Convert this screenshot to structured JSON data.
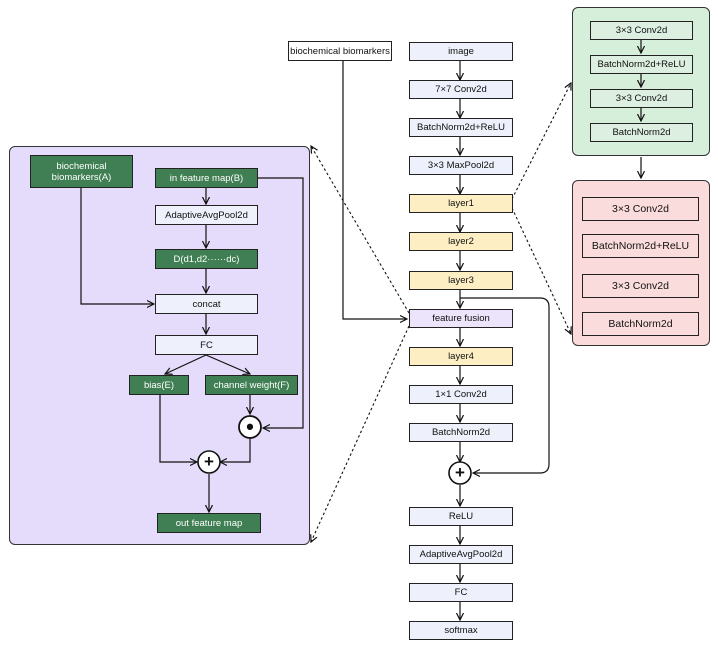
{
  "main": {
    "image": "image",
    "conv7": "7×7 Conv2d",
    "bn_relu": "BatchNorm2d+ReLU",
    "maxpool": "3×3 MaxPool2d",
    "layer1": "layer1",
    "layer2": "layer2",
    "layer3": "layer3",
    "feature_fusion": "feature fusion",
    "layer4": "layer4",
    "conv1": "1×1 Conv2d",
    "bn": "BatchNorm2d",
    "relu": "ReLU",
    "avgpool": "AdaptiveAvgPool2d",
    "fc": "FC",
    "softmax": "softmax"
  },
  "biomarkers_input": "biochemical biomarkers",
  "fusion_module": {
    "biomarkers_a": "biochemical biomarkers(A)",
    "in_feature_map": "in feature map(B)",
    "avgpool": "AdaptiveAvgPool2d",
    "d_vector": "D(d1,d2······dc)",
    "concat": "concat",
    "fc": "FC",
    "bias": "bias(E)",
    "channel_weight": "channel weight(F)",
    "out_feature_map": "out feature map"
  },
  "green_block": {
    "conv_a": "3×3 Conv2d",
    "bn_relu": "BatchNorm2d+ReLU",
    "conv_b": "3×3 Conv2d",
    "bn": "BatchNorm2d"
  },
  "pink_block": {
    "conv_a": "3×3 Conv2d",
    "bn_relu": "BatchNorm2d+ReLU",
    "conv_b": "3×3 Conv2d",
    "bn": "BatchNorm2d"
  },
  "operators": {
    "plus": "+",
    "dot": "•"
  },
  "colors": {
    "main_box": "#eef1fb",
    "layer_box": "#fdeec4",
    "fusion_box": "#ece4fb",
    "dark_green": "#3f7f53",
    "fusion_panel": "#e4dcfa",
    "green_panel": "#d6efdb",
    "pink_panel": "#fbdadb"
  }
}
